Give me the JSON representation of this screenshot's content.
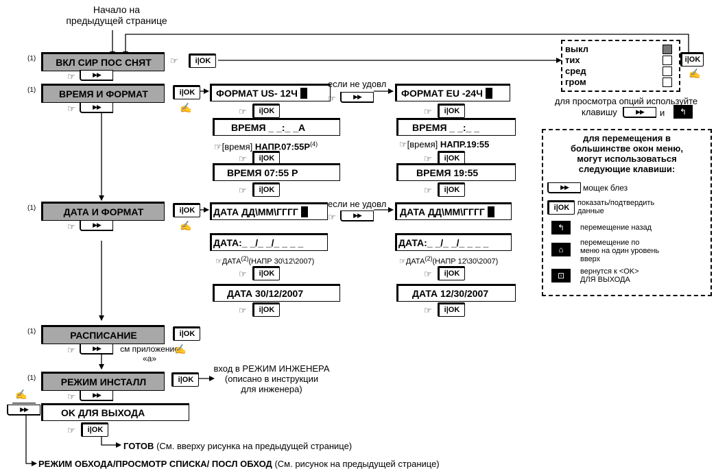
{
  "start_note": [
    "Начало на",
    "предыдущей странице"
  ],
  "step_num": "(1)",
  "menus": {
    "siren": "ВКЛ СИР ПОС СНЯТ",
    "time": "ВРЕМЯ И ФОРМАТ",
    "date": "ДАТА И ФОРМАТ",
    "schedule": "РАСПИСАНИЕ",
    "install": "РЕЖИМ ИНСТАЛЛ",
    "exit": "OK ДЛЯ ВЫХОДА"
  },
  "keys": {
    "ok": "i|OK",
    "next": "▶▶",
    "back": "↰",
    "up": "⌂",
    "lock": "⊡"
  },
  "pointer": "☞",
  "hand": "✍",
  "siren_options": [
    {
      "label": "выкл",
      "selected": true
    },
    {
      "label": "тих",
      "selected": false
    },
    {
      "label": "сред",
      "selected": false
    },
    {
      "label": "гром",
      "selected": false
    }
  ],
  "options_hint": [
    "для просмотра опций используйте",
    "клавишу",
    "и"
  ],
  "if_not": "если не удовл",
  "time_screens": {
    "us_format": "ФОРМАТ US- 12Ч",
    "eu_format": "ФОРМАТ EU -24Ч",
    "us_entry": "ВРЕМЯ _ _:_ _A",
    "eu_entry": "ВРЕМЯ _ _:_ _",
    "us_note_a": "[время]",
    "us_note_b": "НАПР.07:55P",
    "us_note_sup": "(4)",
    "eu_note_a": "[время]",
    "eu_note_b": "НАПР.19:55",
    "us_result": "ВРЕМЯ 07:55 P",
    "eu_result": "ВРЕМЯ 19:55"
  },
  "date_screens": {
    "format": "ДАТА ДД\\ММ\\ГГГГ",
    "entry": "ДАТА:_ _/_ _/_ _ _ _",
    "us_note_a": "ДАТА",
    "us_note_sup": "(2)",
    "us_note_b": "(НАПР 30\\12\\2007)",
    "eu_note_a": "ДАТА",
    "eu_note_sup": "(2)",
    "eu_note_b": "(НАПР 12\\30\\2007)",
    "us_result": "ДАТА 30/12/2007",
    "eu_result": "ДАТА 12/30/2007"
  },
  "schedule_note": [
    "см приложение",
    "«а»"
  ],
  "install_note": [
    "вход в РЕЖИМ ИНЖЕНЕРА",
    "(описано в инструкции",
    "для инженера)"
  ],
  "ready": {
    "bold": "ГОТОВ",
    "normal": "(См. вверху рисунка на предыдущей странице)"
  },
  "bypass": {
    "bold": "РЕЖИМ ОБХОДА/ПРОСМОТР СПИСКА/ ПОСЛ ОБХОД",
    "normal": "(См. рисунок на предыдущей странице)"
  },
  "legend": {
    "title": [
      "для перемещения в",
      "большинстве окон меню,",
      "могут использоваться",
      "следующие клавиши:"
    ],
    "items": [
      {
        "icon": "next",
        "text": [
          "мощек блез"
        ]
      },
      {
        "icon": "ok",
        "text": [
          "показать/подтвердить",
          "данные"
        ]
      },
      {
        "icon": "back",
        "text": [
          "перемещение назад"
        ]
      },
      {
        "icon": "up",
        "text": [
          "перемещение по",
          "меню на один уровень",
          "вверх"
        ]
      },
      {
        "icon": "lock",
        "text": [
          "вернутся к <OK>",
          "ДЛЯ ВЫХОДА"
        ]
      }
    ]
  }
}
